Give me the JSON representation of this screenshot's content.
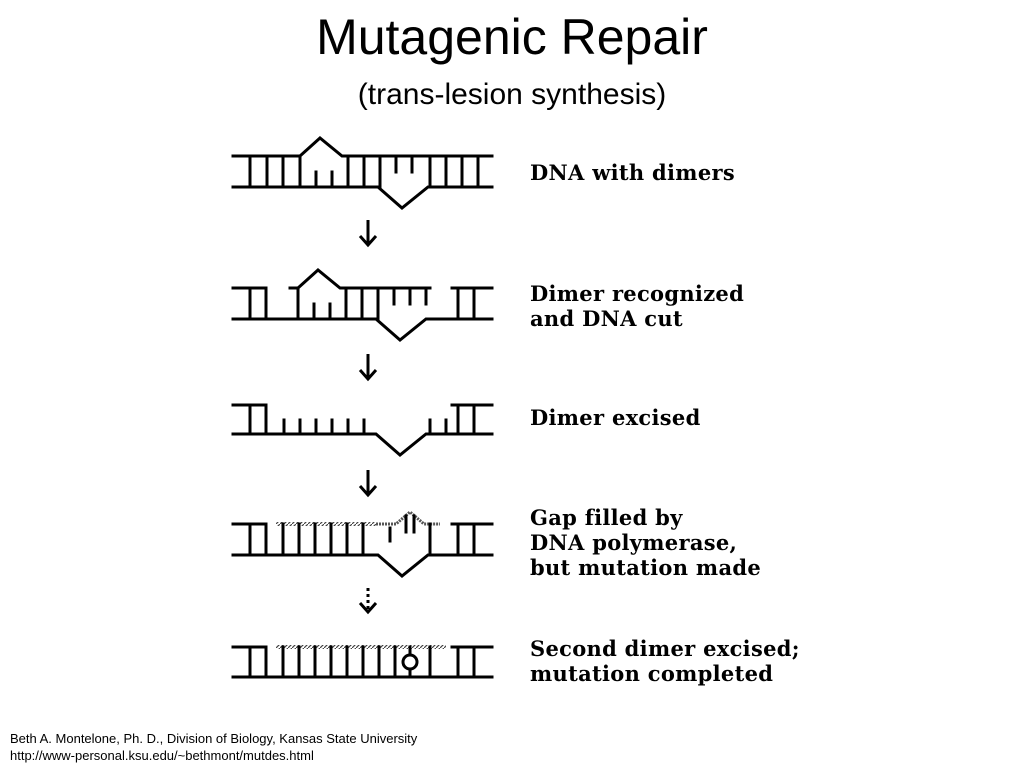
{
  "slide": {
    "title": "Mutagenic Repair",
    "subtitle": "(trans-lesion synthesis)"
  },
  "steps": [
    {
      "label": "DNA  with dimers"
    },
    {
      "label": "Dimer recognized\nand DNA cut"
    },
    {
      "label": "Dimer excised"
    },
    {
      "label": "Gap filled by\nDNA polymerase,\nbut mutation made"
    },
    {
      "label": "Second dimer excised;\nmutation completed"
    }
  ],
  "credit": {
    "line1": "Beth A. Montelone, Ph. D., Division of Biology, Kansas State University",
    "line2": "http://www-personal.ksu.edu/~bethmont/mutdes.html"
  }
}
